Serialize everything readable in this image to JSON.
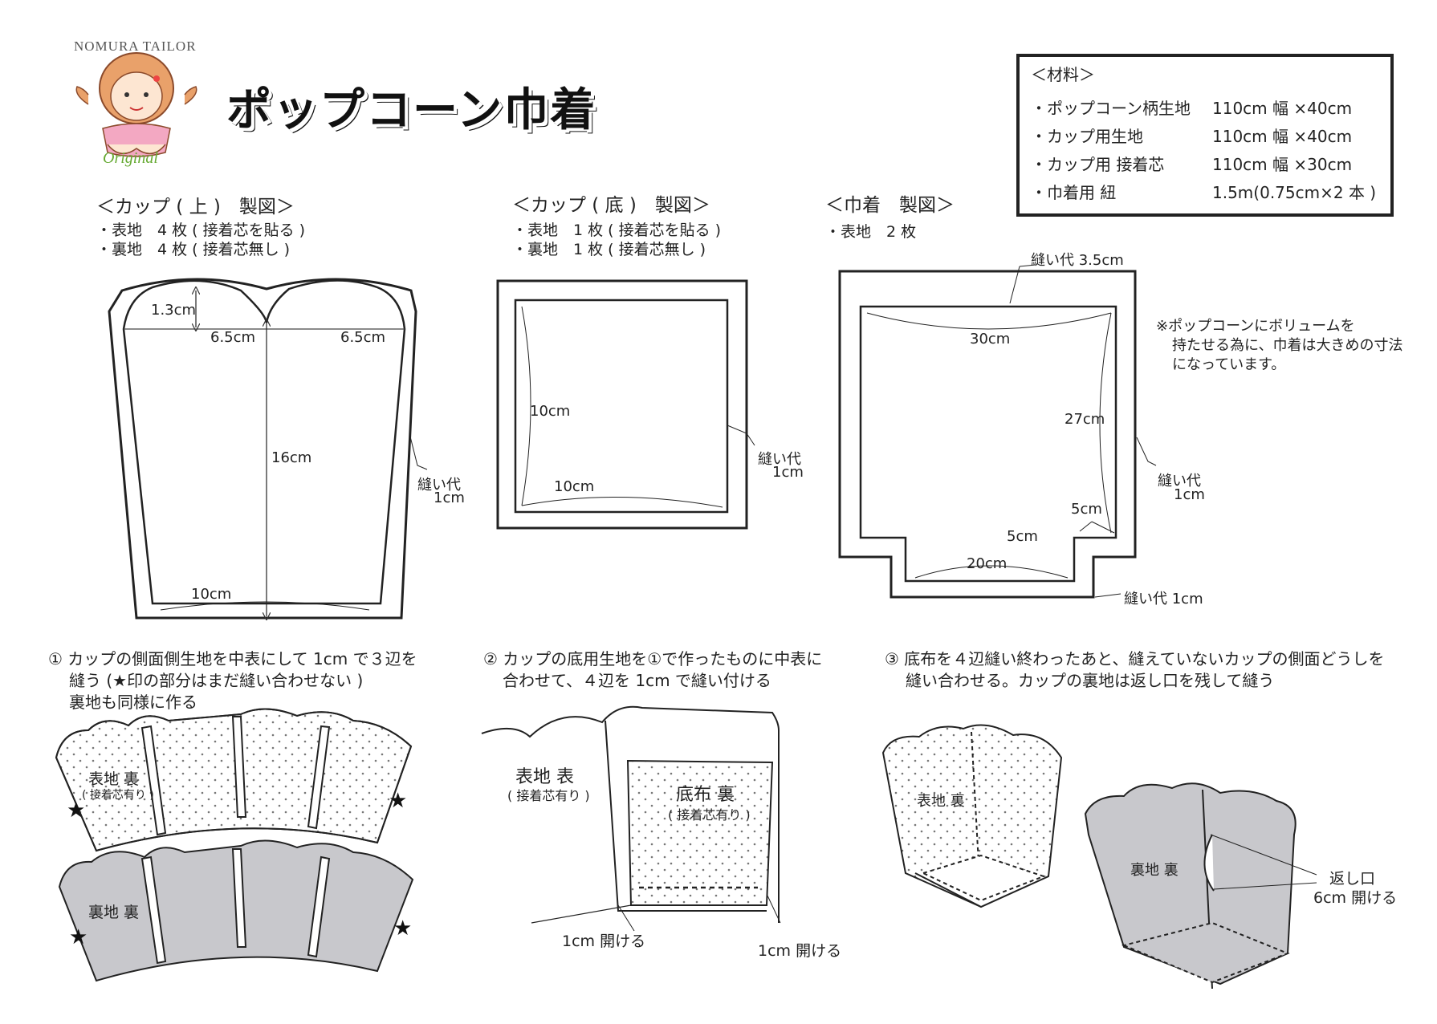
{
  "brand": "NOMURA TAILOR",
  "logo_text": "Original",
  "title": "ポップコーン巾着",
  "materials": {
    "heading": "＜材料＞",
    "items": [
      {
        "name": "・ポップコーン柄生地",
        "amount": "110cm 幅 ×40cm"
      },
      {
        "name": "・カップ用生地",
        "amount": "110cm 幅 ×40cm"
      },
      {
        "name": "・カップ用 接着芯",
        "amount": "110cm 幅 ×30cm"
      },
      {
        "name": "・巾着用 紐",
        "amount": "1.5m(0.75cm×2 本 )"
      }
    ]
  },
  "cup_top": {
    "title": "＜カップ ( 上 )　製図＞",
    "items": [
      "・表地　4 枚 ( 接着芯を貼る )",
      "・裏地　4 枚 ( 接着芯無し )"
    ],
    "dims": {
      "arc": "1.3cm",
      "half_left": "6.5cm",
      "half_right": "6.5cm",
      "height": "16cm",
      "bottom": "10cm",
      "seam_label": "縫い代",
      "seam_value": "1cm"
    }
  },
  "cup_bottom": {
    "title": "＜カップ ( 底 )　製図＞",
    "items": [
      "・表地　1 枚 ( 接着芯を貼る )",
      "・裏地　1 枚 ( 接着芯無し )"
    ],
    "dims": {
      "height": "10cm",
      "width": "10cm",
      "seam_label": "縫い代",
      "seam_value": "1cm"
    }
  },
  "bag": {
    "title": "＜巾着　製図＞",
    "items": [
      "・表地　2 枚"
    ],
    "dims": {
      "top_seam": "縫い代 3.5cm",
      "width": "30cm",
      "height": "27cm",
      "notch_v": "5cm",
      "notch_h": "5cm",
      "bottom": "20cm",
      "seam_label": "縫い代",
      "seam_value": "1cm",
      "bottom_seam": "縫い代 1cm"
    },
    "note": [
      "※ポップコーンにボリュームを",
      "持たせる為に、巾着は大きめの寸法",
      "になっています。"
    ]
  },
  "steps": [
    {
      "lines": [
        "① カップの側面側生地を中表にして 1cm で３辺を",
        "縫う (★印の部分はまだ縫い合わせない )",
        "裏地も同様に作る"
      ]
    },
    {
      "lines": [
        "② カップの底用生地を①で作ったものに中表に",
        "合わせて、４辺を 1cm で縫い付ける"
      ]
    },
    {
      "lines": [
        "③ 底布を４辺縫い終わったあと、縫えていないカップの側面どうしを",
        "縫い合わせる。カップの裏地は返し口を残して縫う"
      ]
    }
  ],
  "illus": {
    "outer_face": "表地 裏",
    "interfacing": "( 接着芯有り )",
    "lining_back": "裏地 裏",
    "outer_front": "表地 表",
    "base_back": "底布 裏",
    "open_left": "1cm 開ける",
    "open_right": "1cm 開ける",
    "return_label": "返し口",
    "return_value": "6cm 開ける"
  },
  "colors": {
    "line": "#222222",
    "lining": "#c8c8cc",
    "dot": "#777777"
  }
}
